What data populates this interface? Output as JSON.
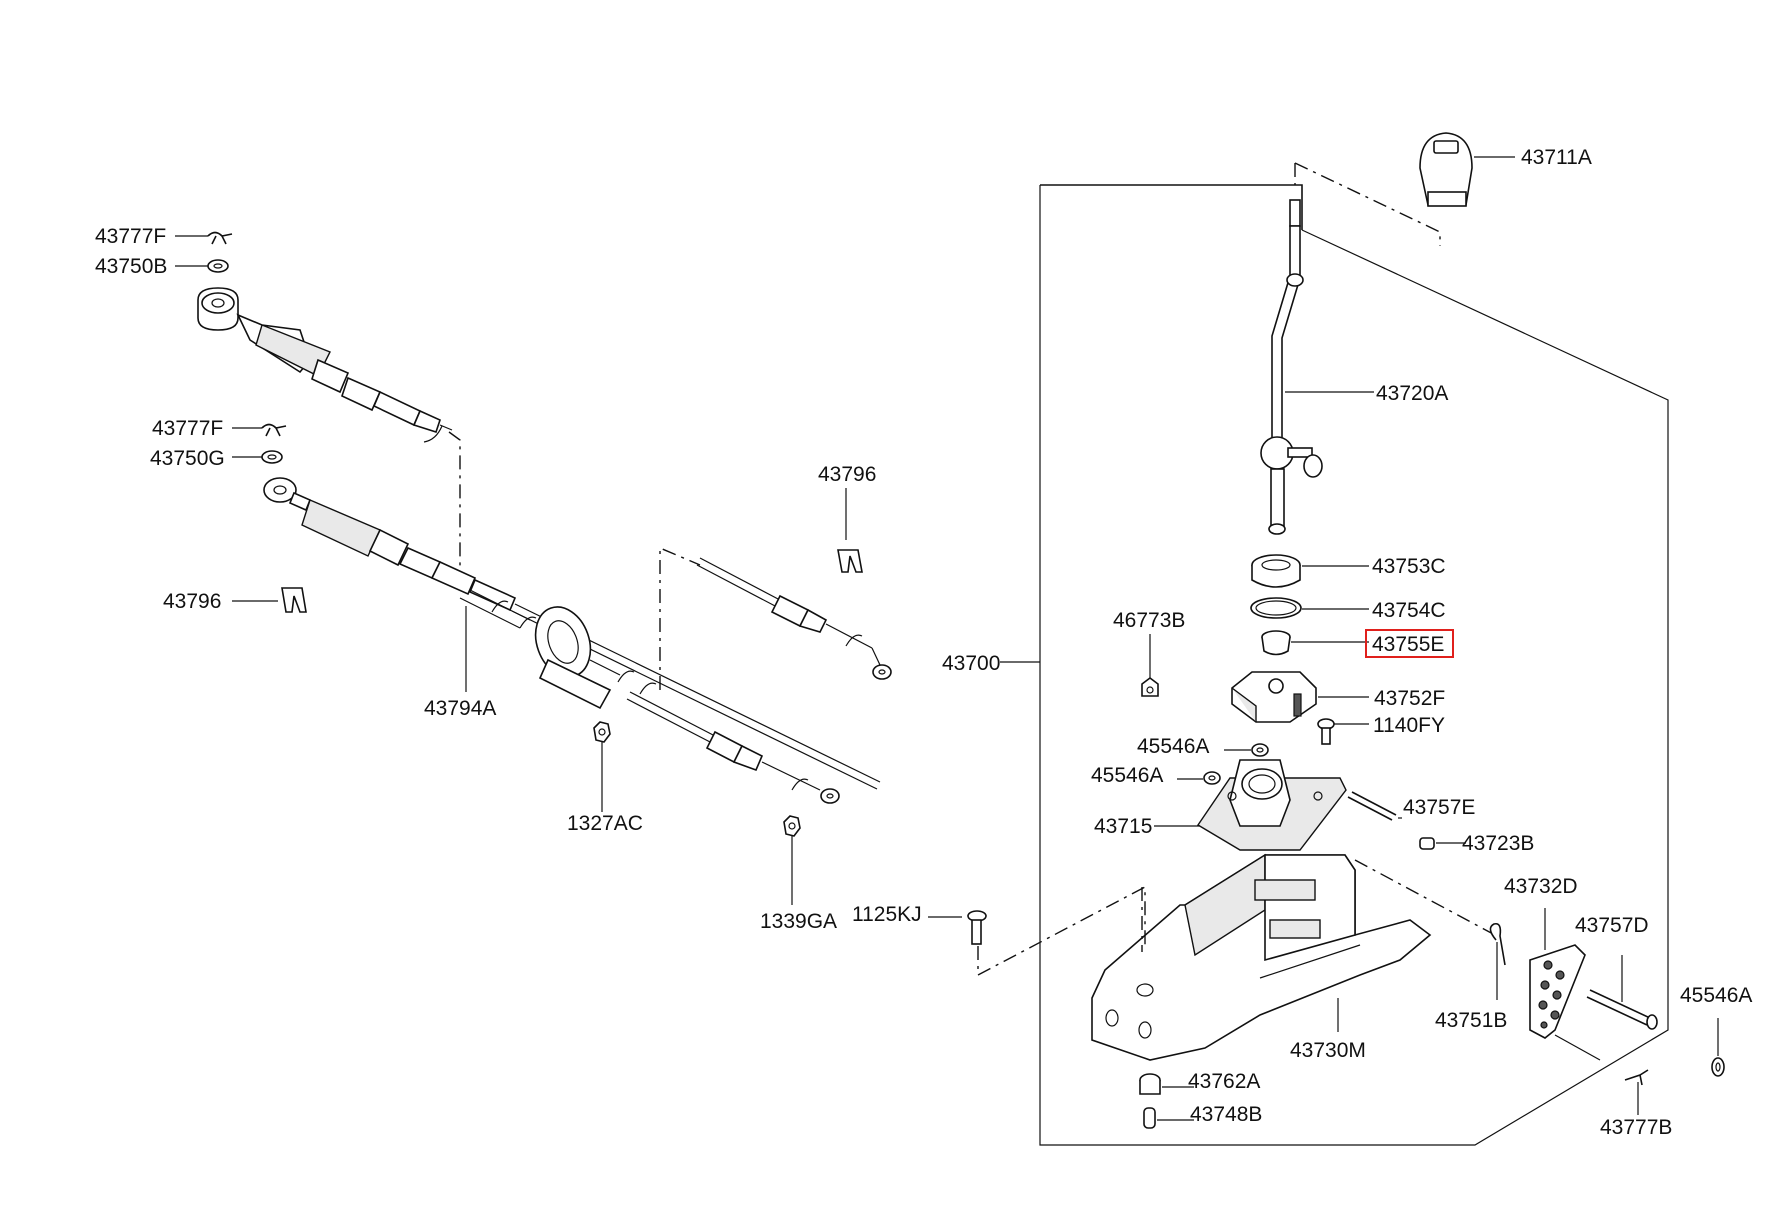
{
  "diagram": {
    "highlight_color": "#e0201c",
    "labels": {
      "p43711A": "43711A",
      "p43777F_a": "43777F",
      "p43750B": "43750B",
      "p43720A": "43720A",
      "p43777F_b": "43777F",
      "p43750G": "43750G",
      "p43796_a": "43796",
      "p43796_b": "43796",
      "p43753C": "43753C",
      "p43754C": "43754C",
      "p46773B": "46773B",
      "p43755E": "43755E",
      "p43700": "43700",
      "p43752F": "43752F",
      "p43794A": "43794A",
      "p1140FY": "1140FY",
      "p45546A_a": "45546A",
      "p45546A_b": "45546A",
      "p1327AC": "1327AC",
      "p43757E": "43757E",
      "p43715": "43715",
      "p43723B": "43723B",
      "p43732D": "43732D",
      "p1125KJ": "1125KJ",
      "p1339GA": "1339GA",
      "p43757D": "43757D",
      "p45546A_c": "45546A",
      "p43751B": "43751B",
      "p43730M": "43730M",
      "p43762A": "43762A",
      "p43777B": "43777B",
      "p43748B": "43748B"
    }
  }
}
